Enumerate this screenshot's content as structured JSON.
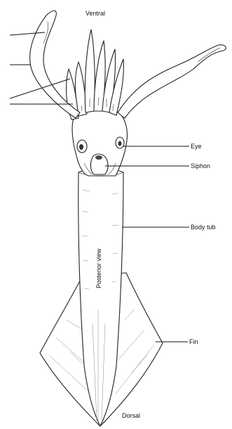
{
  "labels": {
    "ventral": "Ventral",
    "dorsal": "Dorsal",
    "eye": "Eye",
    "siphon": "Siphon",
    "body_tube": "Body tub",
    "fin": "Fin",
    "posterior_view": "Posterior view"
  }
}
